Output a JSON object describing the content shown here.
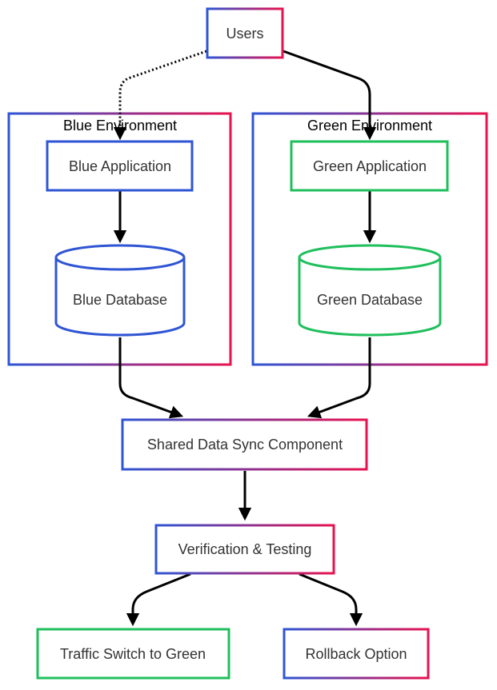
{
  "colors": {
    "blue": "#2f55d4",
    "red": "#e8124f",
    "green": "#1fbf5c",
    "text": "#333333",
    "edge": "#000000"
  },
  "clusters": {
    "blue": {
      "label": "Blue Environment"
    },
    "green": {
      "label": "Green Environment"
    }
  },
  "nodes": {
    "users": {
      "label": "Users"
    },
    "blue_app": {
      "label": "Blue Application"
    },
    "blue_db": {
      "label": "Blue Database"
    },
    "green_app": {
      "label": "Green Application"
    },
    "green_db": {
      "label": "Green Database"
    },
    "sync": {
      "label": "Shared Data Sync Component"
    },
    "verify": {
      "label": "Verification & Testing"
    },
    "switch": {
      "label": "Traffic Switch to Green"
    },
    "rollback": {
      "label": "Rollback Option"
    }
  },
  "edges": [
    {
      "from": "Users",
      "to": "Blue Application",
      "style": "dotted"
    },
    {
      "from": "Users",
      "to": "Green Application",
      "style": "solid"
    },
    {
      "from": "Blue Application",
      "to": "Blue Database",
      "style": "solid"
    },
    {
      "from": "Green Application",
      "to": "Green Database",
      "style": "solid"
    },
    {
      "from": "Blue Database",
      "to": "Shared Data Sync Component",
      "style": "solid"
    },
    {
      "from": "Green Database",
      "to": "Shared Data Sync Component",
      "style": "solid"
    },
    {
      "from": "Shared Data Sync Component",
      "to": "Verification & Testing",
      "style": "solid"
    },
    {
      "from": "Verification & Testing",
      "to": "Traffic Switch to Green",
      "style": "solid"
    },
    {
      "from": "Verification & Testing",
      "to": "Rollback Option",
      "style": "solid"
    }
  ]
}
